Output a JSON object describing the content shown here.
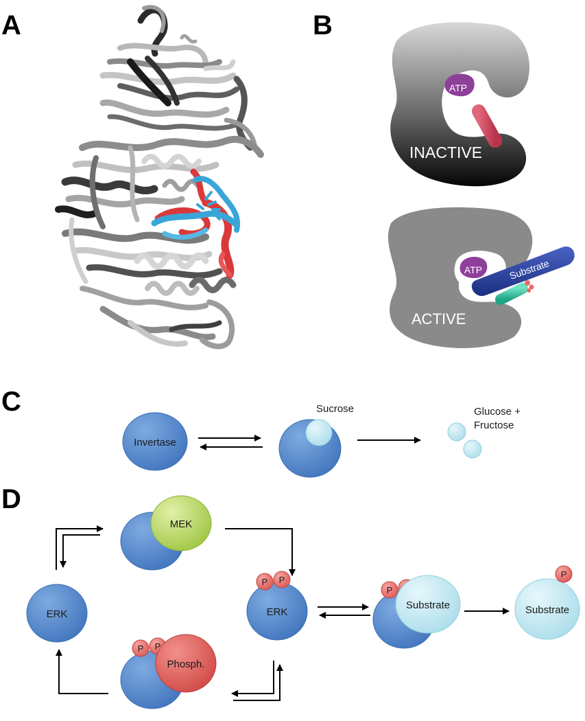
{
  "panels": {
    "a": "A",
    "b": "B",
    "c": "C",
    "d": "D"
  },
  "panel_b": {
    "inactive_label": "INACTIVE",
    "active_label": "ACTIVE",
    "atp_label": "ATP",
    "substrate_label": "Substrate"
  },
  "panel_c": {
    "enzyme_label": "Invertase",
    "sucrose_label": "Sucrose",
    "products_line1": "Glucose +",
    "products_line2": "Fructose"
  },
  "panel_d": {
    "erk_label": "ERK",
    "mek_label": "MEK",
    "phosph_label": "Phosph.",
    "substrate_label": "Substrate",
    "p_label": "P"
  },
  "colors": {
    "enzyme_blue": "#4f86cc",
    "light_cyan": "#bfe8f2",
    "mek_green": "#b5d65a",
    "phosph_red": "#d9544f",
    "p_red": "#e86a66",
    "atp_purple": "#8e3f9a",
    "substrate_navy": "#27409a",
    "ribbon_red": "#d9393a",
    "ribbon_cyan": "#3aa6d8"
  }
}
